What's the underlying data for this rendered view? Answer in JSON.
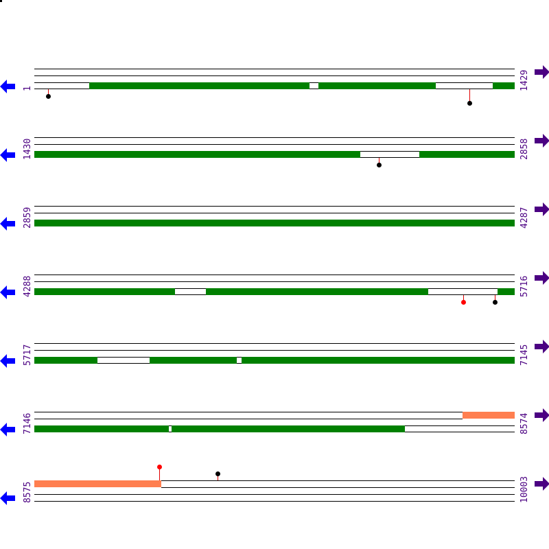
{
  "colors": {
    "green": "#008000",
    "orange": "#ff7f50",
    "label": "#4b0082",
    "left_arrow": "#0000ff",
    "right_arrow": "#4b0082",
    "stem": "#e00000",
    "dot_black": "#000000",
    "dot_red": "#ff0000"
  },
  "icons": {
    "left": "arrow-left-icon",
    "right": "arrow-right-icon"
  },
  "rows": [
    {
      "start": "1",
      "end": "1429"
    },
    {
      "start": "1430",
      "end": "2858"
    },
    {
      "start": "2859",
      "end": "4287"
    },
    {
      "start": "4288",
      "end": "5716"
    },
    {
      "start": "5717",
      "end": "7145"
    },
    {
      "start": "7146",
      "end": "8574"
    },
    {
      "start": "8575",
      "end": "10003"
    }
  ]
}
